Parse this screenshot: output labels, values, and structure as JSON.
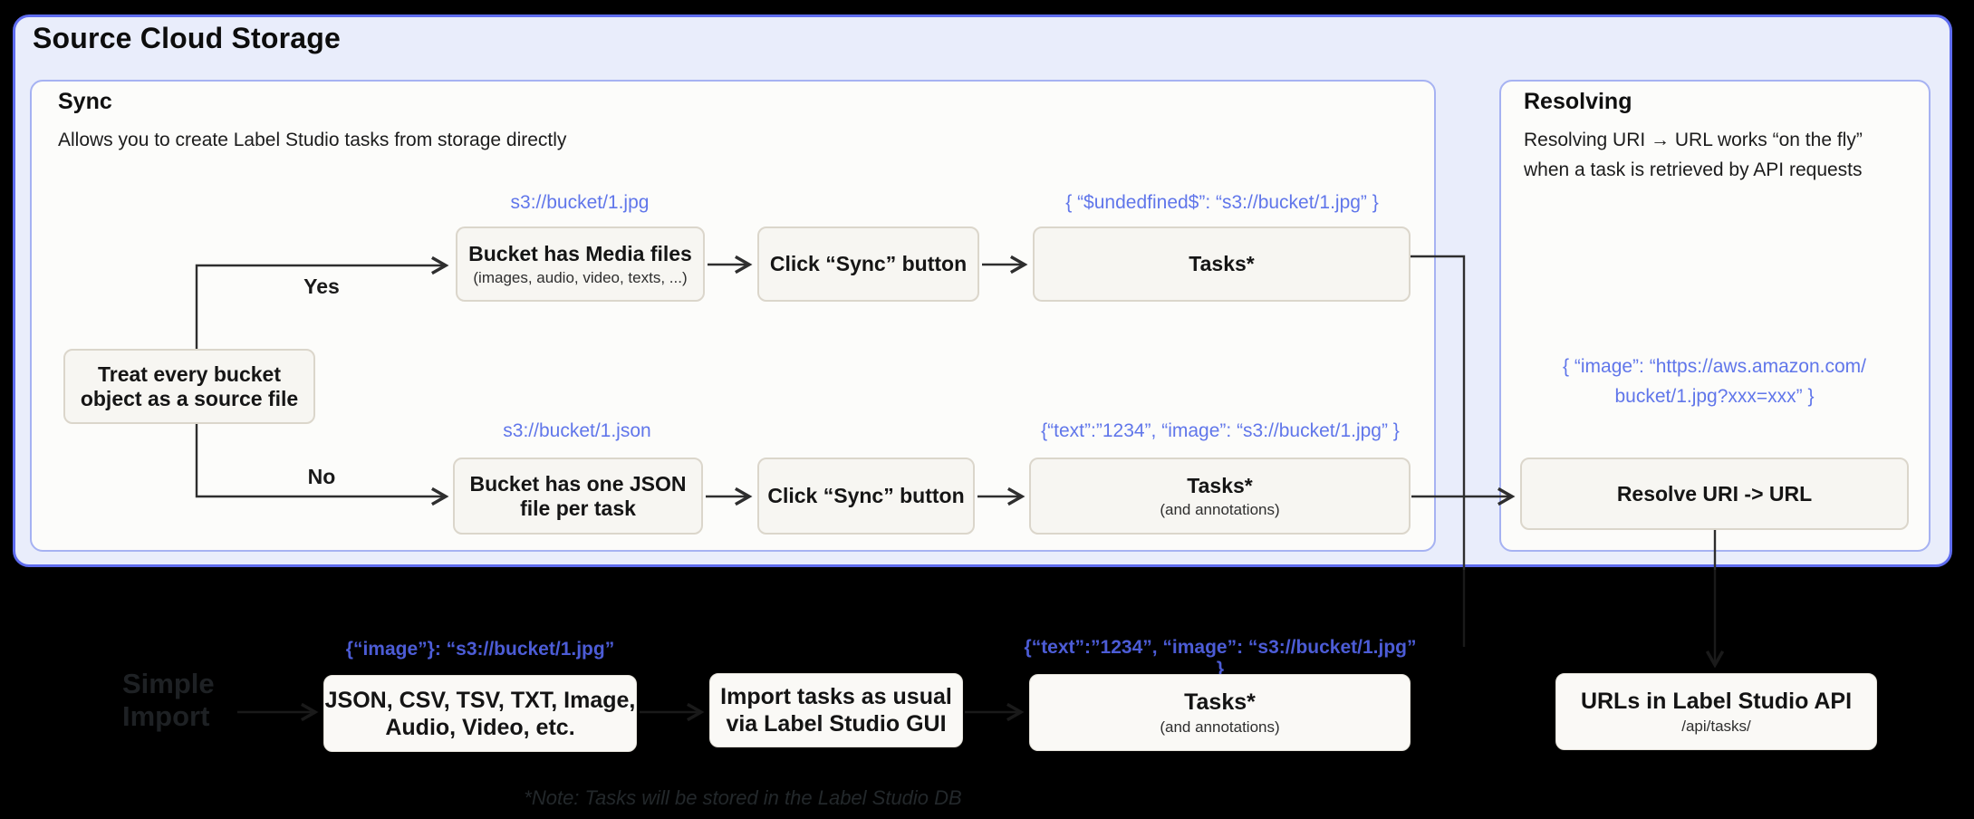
{
  "page_title": "Source Cloud Storage",
  "colors": {
    "outer_bg": "#E9EDFB",
    "outer_border": "#5E6CEF",
    "panel_border": "#A6B2F2",
    "accent_light": "#6076EA",
    "accent_dark": "#4C5CD6",
    "section_bg": "#000000"
  },
  "sync": {
    "title": "Sync",
    "subtitle": "Allows you to create Label Studio tasks from storage directly",
    "decision": {
      "line1": "Treat every bucket",
      "line2": "object as a source file"
    },
    "yes_label": "Yes",
    "no_label": "No",
    "top_row": {
      "uri_label": "s3://bucket/1.jpg",
      "media_box_title": "Bucket has Media files",
      "media_box_sub": "(images, audio, video, texts, ...)",
      "sync_button_label": "Click “Sync” button",
      "json_label": "{ “$undedfined$”: “s3://bucket/1.jpg” }",
      "tasks_label": "Tasks*"
    },
    "bottom_row": {
      "uri_label": "s3://bucket/1.json",
      "json_box_line1": "Bucket has one JSON",
      "json_box_line2": "file per task",
      "sync_button_label": "Click “Sync” button",
      "json_label": "{“text”:”1234”,  “image”: “s3://bucket/1.jpg” }",
      "tasks_label": "Tasks*",
      "tasks_sub": "(and annotations)"
    }
  },
  "resolving": {
    "title": "Resolving",
    "body_line1": "Resolving URI → URL works “on the fly”",
    "body_line2": "when a task is retrieved by API requests",
    "json_line1": "{ “image”: “https://aws.amazon.com/",
    "json_line2": "bucket/1.jpg?xxx=xxx” }",
    "resolve_box_label": "Resolve URI -> URL"
  },
  "import_section": {
    "title_line1": "Simple",
    "title_line2": "Import",
    "formats": {
      "json_label": "{“image”}: “s3://bucket/1.jpg”",
      "line1": "JSON, CSV, TSV, TXT, Image,",
      "line2": "Audio, Video, etc."
    },
    "gui": {
      "line1": "Import tasks as usual",
      "line2": "via Label Studio GUI"
    },
    "tasks": {
      "json_label": "{“text”:”1234”,  “image”: “s3://bucket/1.jpg” }",
      "title": "Tasks*",
      "sub": "(and annotations)"
    },
    "api": {
      "title": "URLs in Label Studio API",
      "sub": "/api/tasks/"
    },
    "note": "*Note: Tasks will be stored in the Label Studio DB"
  }
}
